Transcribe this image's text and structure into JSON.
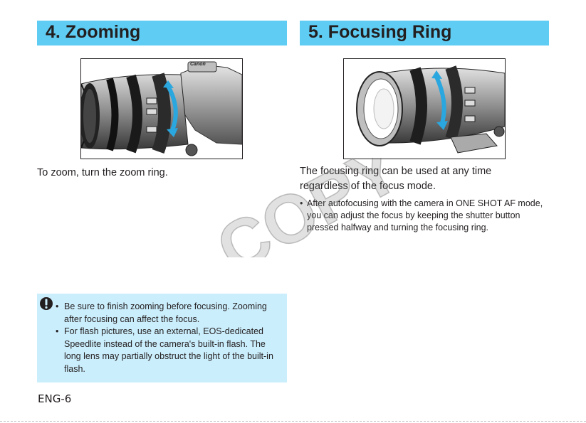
{
  "left_section": {
    "heading": "4. Zooming",
    "instruction": "To zoom, turn the zoom ring.",
    "caution": {
      "icon": "caution-icon",
      "items": [
        "Be sure to finish zooming before focusing. Zooming after focusing can affect the focus.",
        "For flash pictures, use an external, EOS-dedicated Speedlite instead of the camera's built-in flash. The long lens may partially obstruct the light of the built-in flash."
      ]
    }
  },
  "right_section": {
    "heading": "5. Focusing Ring",
    "instruction_lines": [
      "The focusing ring can be used at any time",
      "regardless of the focus mode."
    ],
    "note": "After autofocusing with the camera in ONE SHOT AF mode, you can adjust the focus by keeping the shutter button pressed halfway and turning the focusing ring."
  },
  "brand_on_camera": "Canon",
  "watermark": "COPY",
  "page_number": "ENG-6",
  "colors": {
    "heading_bg": "#5fcdf3",
    "caution_bg": "#cbeefc",
    "arrow": "#2aa7df",
    "text": "#231f20"
  }
}
